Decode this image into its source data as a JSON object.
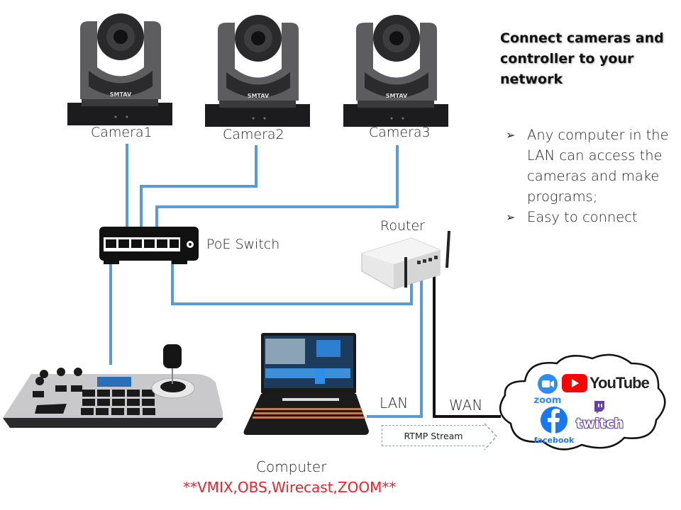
{
  "title": "Connect cameras and controller to your network",
  "bullets": [
    {
      "icon": "arrow-bullet-icon",
      "text": "Any computer in the LAN can access the cameras and make programs;"
    },
    {
      "icon": "arrow-bullet-icon",
      "text": "Easy to connect"
    }
  ],
  "devices": {
    "cameras": [
      {
        "label": "Camera1",
        "brand": "SMTAV"
      },
      {
        "label": "Camera2",
        "brand": "SMTAV"
      },
      {
        "label": "Camera3",
        "brand": "SMTAV"
      }
    ],
    "switch": {
      "label": "PoE Switch"
    },
    "router": {
      "label": "Router"
    },
    "computer": {
      "label": "Computer",
      "software": "**VMIX,OBS,Wirecast,ZOOM**"
    },
    "controller": {
      "label": ""
    }
  },
  "links": {
    "lan": "LAN",
    "wan": "WAN",
    "rtmp": "RTMP Stream"
  },
  "cloud": {
    "services": [
      {
        "name": "zoom",
        "label": "zoom",
        "color": "#2d8cff"
      },
      {
        "name": "youtube",
        "label": "YouTube",
        "color": "#ff0000"
      },
      {
        "name": "facebook",
        "label": "facebook",
        "color": "#1877f2"
      },
      {
        "name": "twitch",
        "label": "twitch",
        "color": "#6441a5"
      }
    ]
  },
  "colors": {
    "lan_wire": "#5b9bd5",
    "wan_wire": "#111111",
    "apps_text": "#e8232a"
  }
}
